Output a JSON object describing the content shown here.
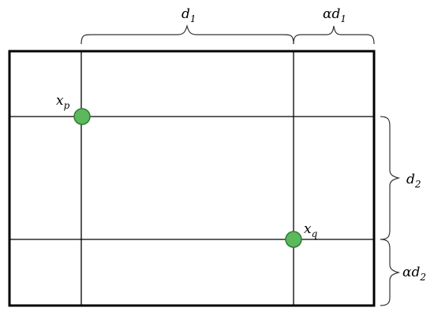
{
  "labels": {
    "d1": {
      "main": "d",
      "sub": "1"
    },
    "alpha_d1": {
      "main": "αd",
      "sub": "1"
    },
    "d2": {
      "main": "d",
      "sub": "2"
    },
    "alpha_d2": {
      "main": "αd",
      "sub": "2"
    },
    "xp": {
      "main": "x",
      "sub": "p"
    },
    "xq": {
      "main": "x",
      "sub": "q"
    }
  },
  "colors": {
    "point_fill": "#5cb85c",
    "point_stroke": "#2e7d32",
    "line": "#000000",
    "brace": "#333333"
  }
}
